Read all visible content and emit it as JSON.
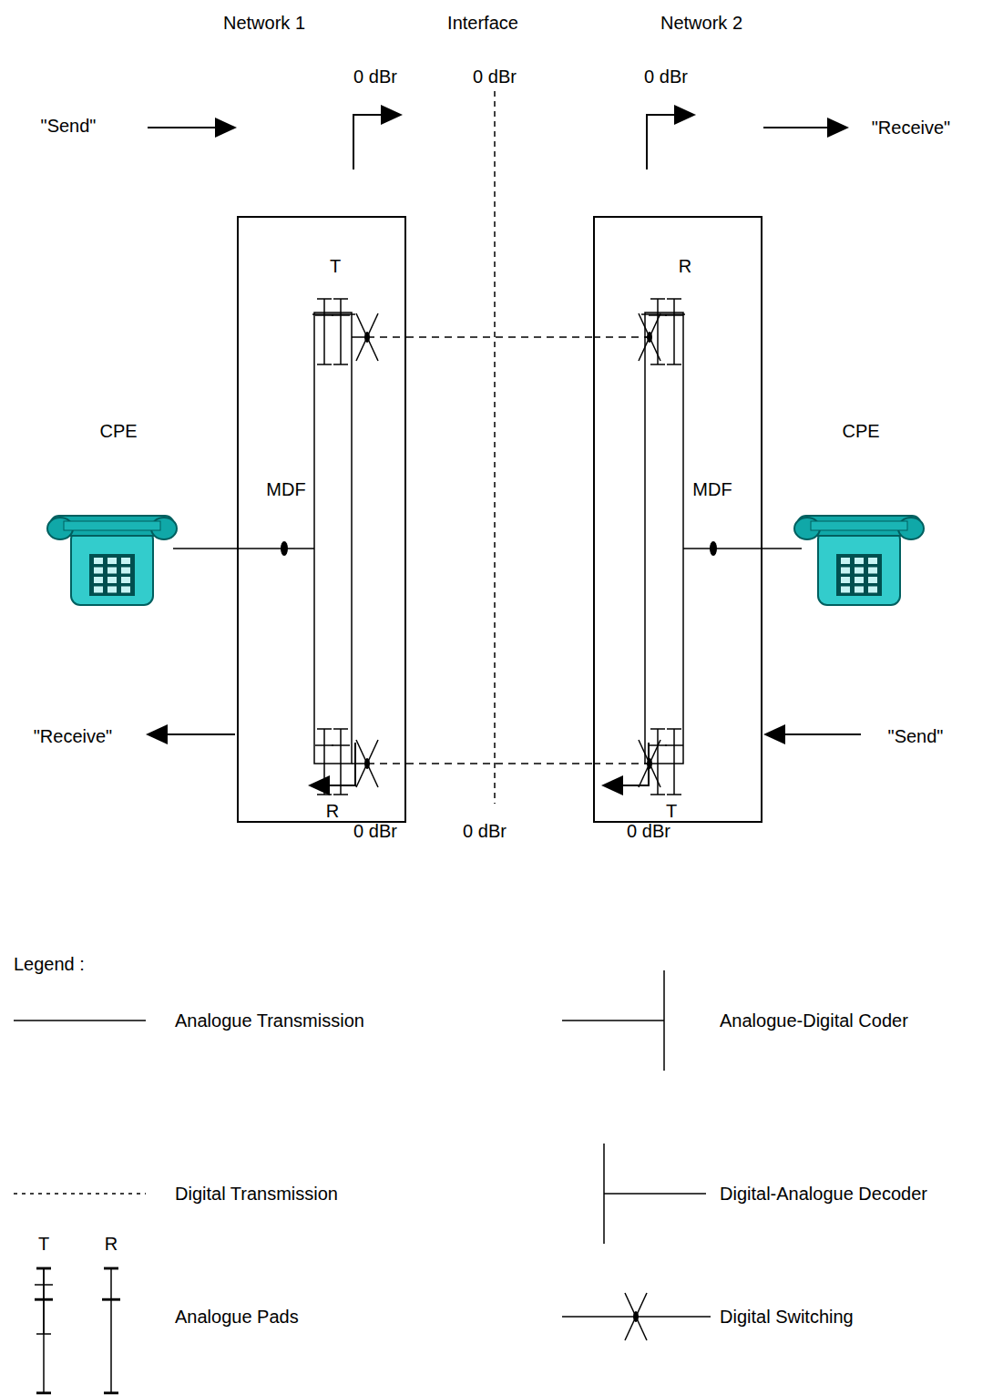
{
  "diagram": {
    "nodes": [
      {
        "text": [
          "T",
          "MDF",
          "R"
        ]
      },
      {
        "text": [
          "R",
          "MDF",
          "T"
        ]
      }
    ],
    "edges": [
      {
        "from": 0,
        "to": 1,
        "arrow": "none"
      },
      {
        "from": 0,
        "to": 1,
        "arrow": "none"
      }
    ],
    "labels": [
      "Network 1",
      "Interface",
      "Network 2",
      "0 dBr",
      "0 dBr",
      "0 dBr",
      "\"Send\"",
      "CPE",
      "\"Receive\"",
      "\"Receive\"",
      "CPE",
      "\"Send\"",
      "0 dBr",
      "0 dBr",
      "0 dBr",
      "Legend :",
      "T",
      "R"
    ],
    "legend": [
      {
        "text": "Analogue Transmission"
      },
      {
        "text": "Analogue-Digital Coder"
      },
      {
        "text": "Digital Transmission"
      },
      {
        "text": "Digital-Analogue Decoder"
      },
      {
        "text": "Analogue Pads"
      },
      {
        "text": "Digital Switching"
      }
    ]
  }
}
